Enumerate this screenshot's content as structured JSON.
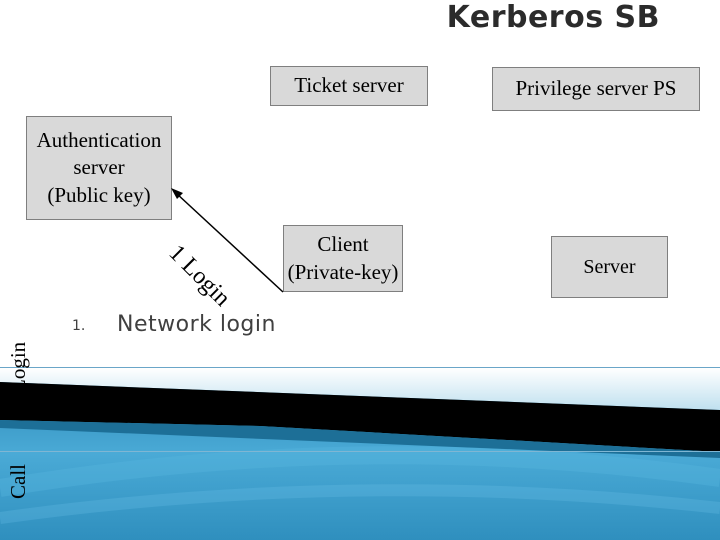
{
  "title": "Kerberos SB",
  "boxes": {
    "ticket": "Ticket server",
    "privilege": "Privilege server PS",
    "auth_line1": "Authentication",
    "auth_line2": "server",
    "auth_line3": "(Public key)",
    "client_line1": "Client",
    "client_line2": "(Private-key)",
    "server": "Server"
  },
  "arrow_label": "1 Login",
  "bullets": [
    {
      "num": "1.",
      "text": "Network login"
    }
  ],
  "side_labels": {
    "login": "Login",
    "call": "Call"
  },
  "colors": {
    "box_fill": "#d9d9d9",
    "accent_blue": "#3a9cc9",
    "band_dark": "#000000"
  }
}
